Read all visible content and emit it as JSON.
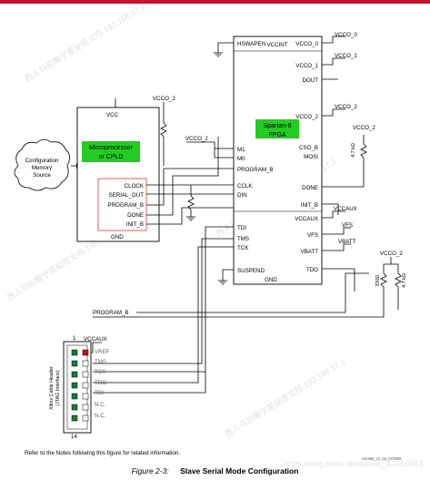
{
  "fpga": {
    "title_line1": "Spartan-6",
    "title_line2": "FPGA",
    "highlight_color": "#22cc22",
    "pins_left": [
      "HSWAPEN",
      "M1",
      "M0",
      "PROGRAM_B",
      "CCLK",
      "DIN",
      "TDI",
      "TMS",
      "TCK",
      "SUSPEND"
    ],
    "pins_right": [
      "VCCO_0",
      "VCCO_1",
      "DOUT",
      "VCCO_2",
      "CSO_B",
      "MOSI",
      "DONE",
      "INIT_B",
      "VCCAUX",
      "VFS",
      "VBATT",
      "TDO"
    ],
    "vccint": "VCCINT",
    "gnd": "GND"
  },
  "micro": {
    "title_line1": "Microprocessor",
    "title_line2": "or CPLD",
    "vcc": "VCC",
    "gnd": "GND",
    "pins": [
      "CLOCK",
      "SERIAL_OUT",
      "PROGRAM_B",
      "DONE",
      "INIT_B"
    ],
    "highlight_box_color": "#e05050"
  },
  "config_memory": {
    "line1": "Configuration",
    "line2": "Memory",
    "line3": "Source"
  },
  "supplies": {
    "vcco_0": "VCCO_0",
    "vcco_1": "VCCO_1",
    "vcco_2": "VCCO_2",
    "vccaux": "VCCAUX",
    "vfs": "VFS",
    "vbatt": "VBATT"
  },
  "resistors": {
    "done_pullup": "4.7 kΩ",
    "r330": "330Ω",
    "r4k7": "4.7 kΩ"
  },
  "net_labels": {
    "program_b": "PROGRAM_B"
  },
  "jtag": {
    "title_line1": "Xilinx Cable Header",
    "title_line2": "(JTAG Interface)",
    "pin_top": "1",
    "pin_bottom": "14",
    "pin_labels": [
      "VREF",
      "TMS",
      "TCK",
      "TDO",
      "TDI",
      "N.C.",
      "N.C."
    ],
    "vccaux": "VCCAUX"
  },
  "note": "Refer to the Notes following this figure for related information.",
  "drawing_code": "UG380_c2_03_070809",
  "caption": {
    "figure": "Figure 2-3:",
    "title": "Slave Serial Mode Configuration"
  },
  "watermark": {
    "text1": "西人马前瞻宁夏秘密文档 192.168.17.1",
    "text2": "https://blog.csdn.net/weixin_43465993"
  }
}
